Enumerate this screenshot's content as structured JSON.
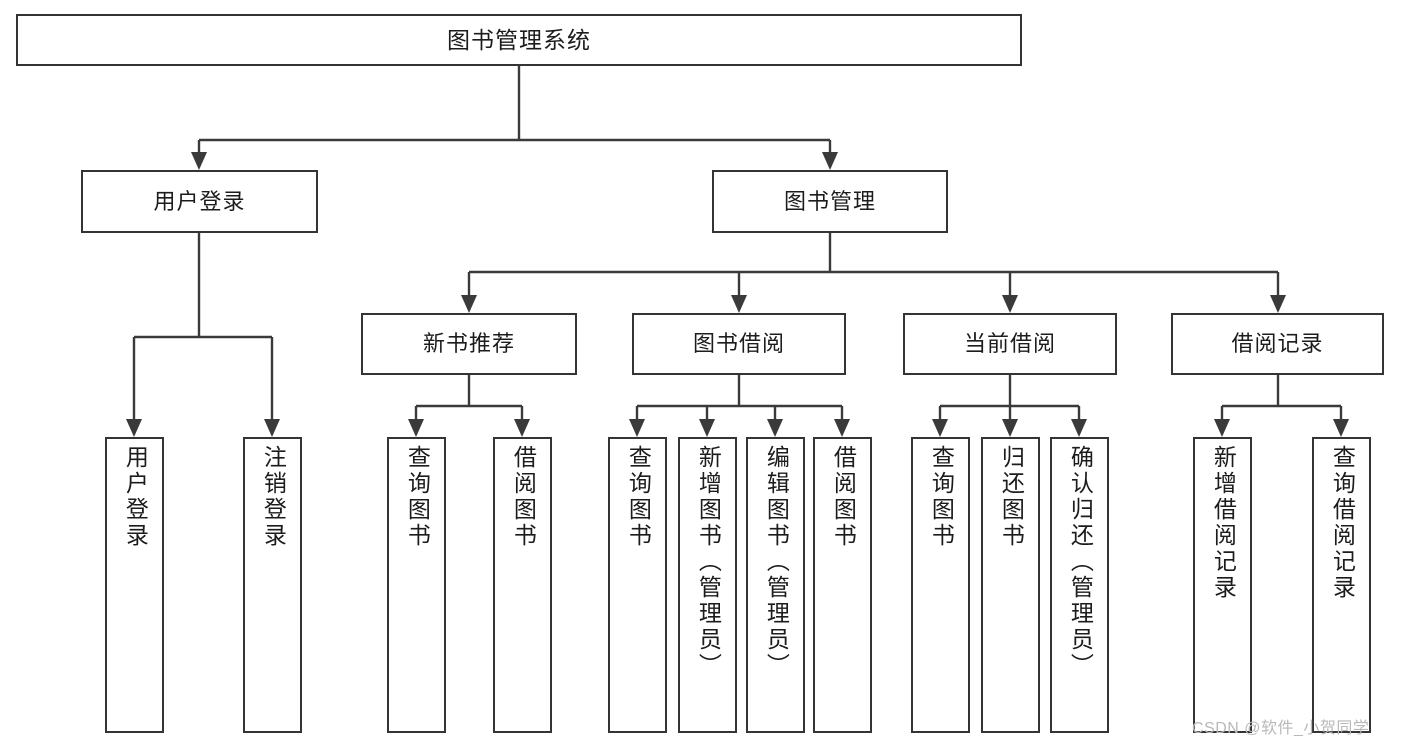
{
  "diagram": {
    "type": "tree-hierarchy",
    "title": "图书管理系统",
    "watermark": "CSDN @软件_小贺同学",
    "colors": {
      "box_border": "#343434",
      "box_fill": "#ffffff",
      "connector": "#3a3a3a",
      "text": "#1c1c1c",
      "watermark": "#b9b9b9",
      "background": "#ffffff"
    },
    "root": {
      "label": "图书管理系统"
    },
    "level2": [
      {
        "label": "用户登录"
      },
      {
        "label": "图书管理"
      }
    ],
    "level3": [
      {
        "label": "新书推荐"
      },
      {
        "label": "图书借阅"
      },
      {
        "label": "当前借阅"
      },
      {
        "label": "借阅记录"
      }
    ],
    "leaves": {
      "user_login": [
        {
          "label": "用户登录"
        },
        {
          "label": "注销登录"
        }
      ],
      "new_book_recommend": [
        {
          "label": "查询图书"
        },
        {
          "label": "借阅图书"
        }
      ],
      "book_borrow": [
        {
          "label": "查询图书"
        },
        {
          "label": "新增图书（管理员）"
        },
        {
          "label": "编辑图书（管理员）"
        },
        {
          "label": "借阅图书"
        }
      ],
      "current_borrow": [
        {
          "label": "查询图书"
        },
        {
          "label": "归还图书"
        },
        {
          "label": "确认归还（管理员）"
        }
      ],
      "borrow_record": [
        {
          "label": "新增借阅记录"
        },
        {
          "label": "查询借阅记录"
        }
      ]
    }
  }
}
